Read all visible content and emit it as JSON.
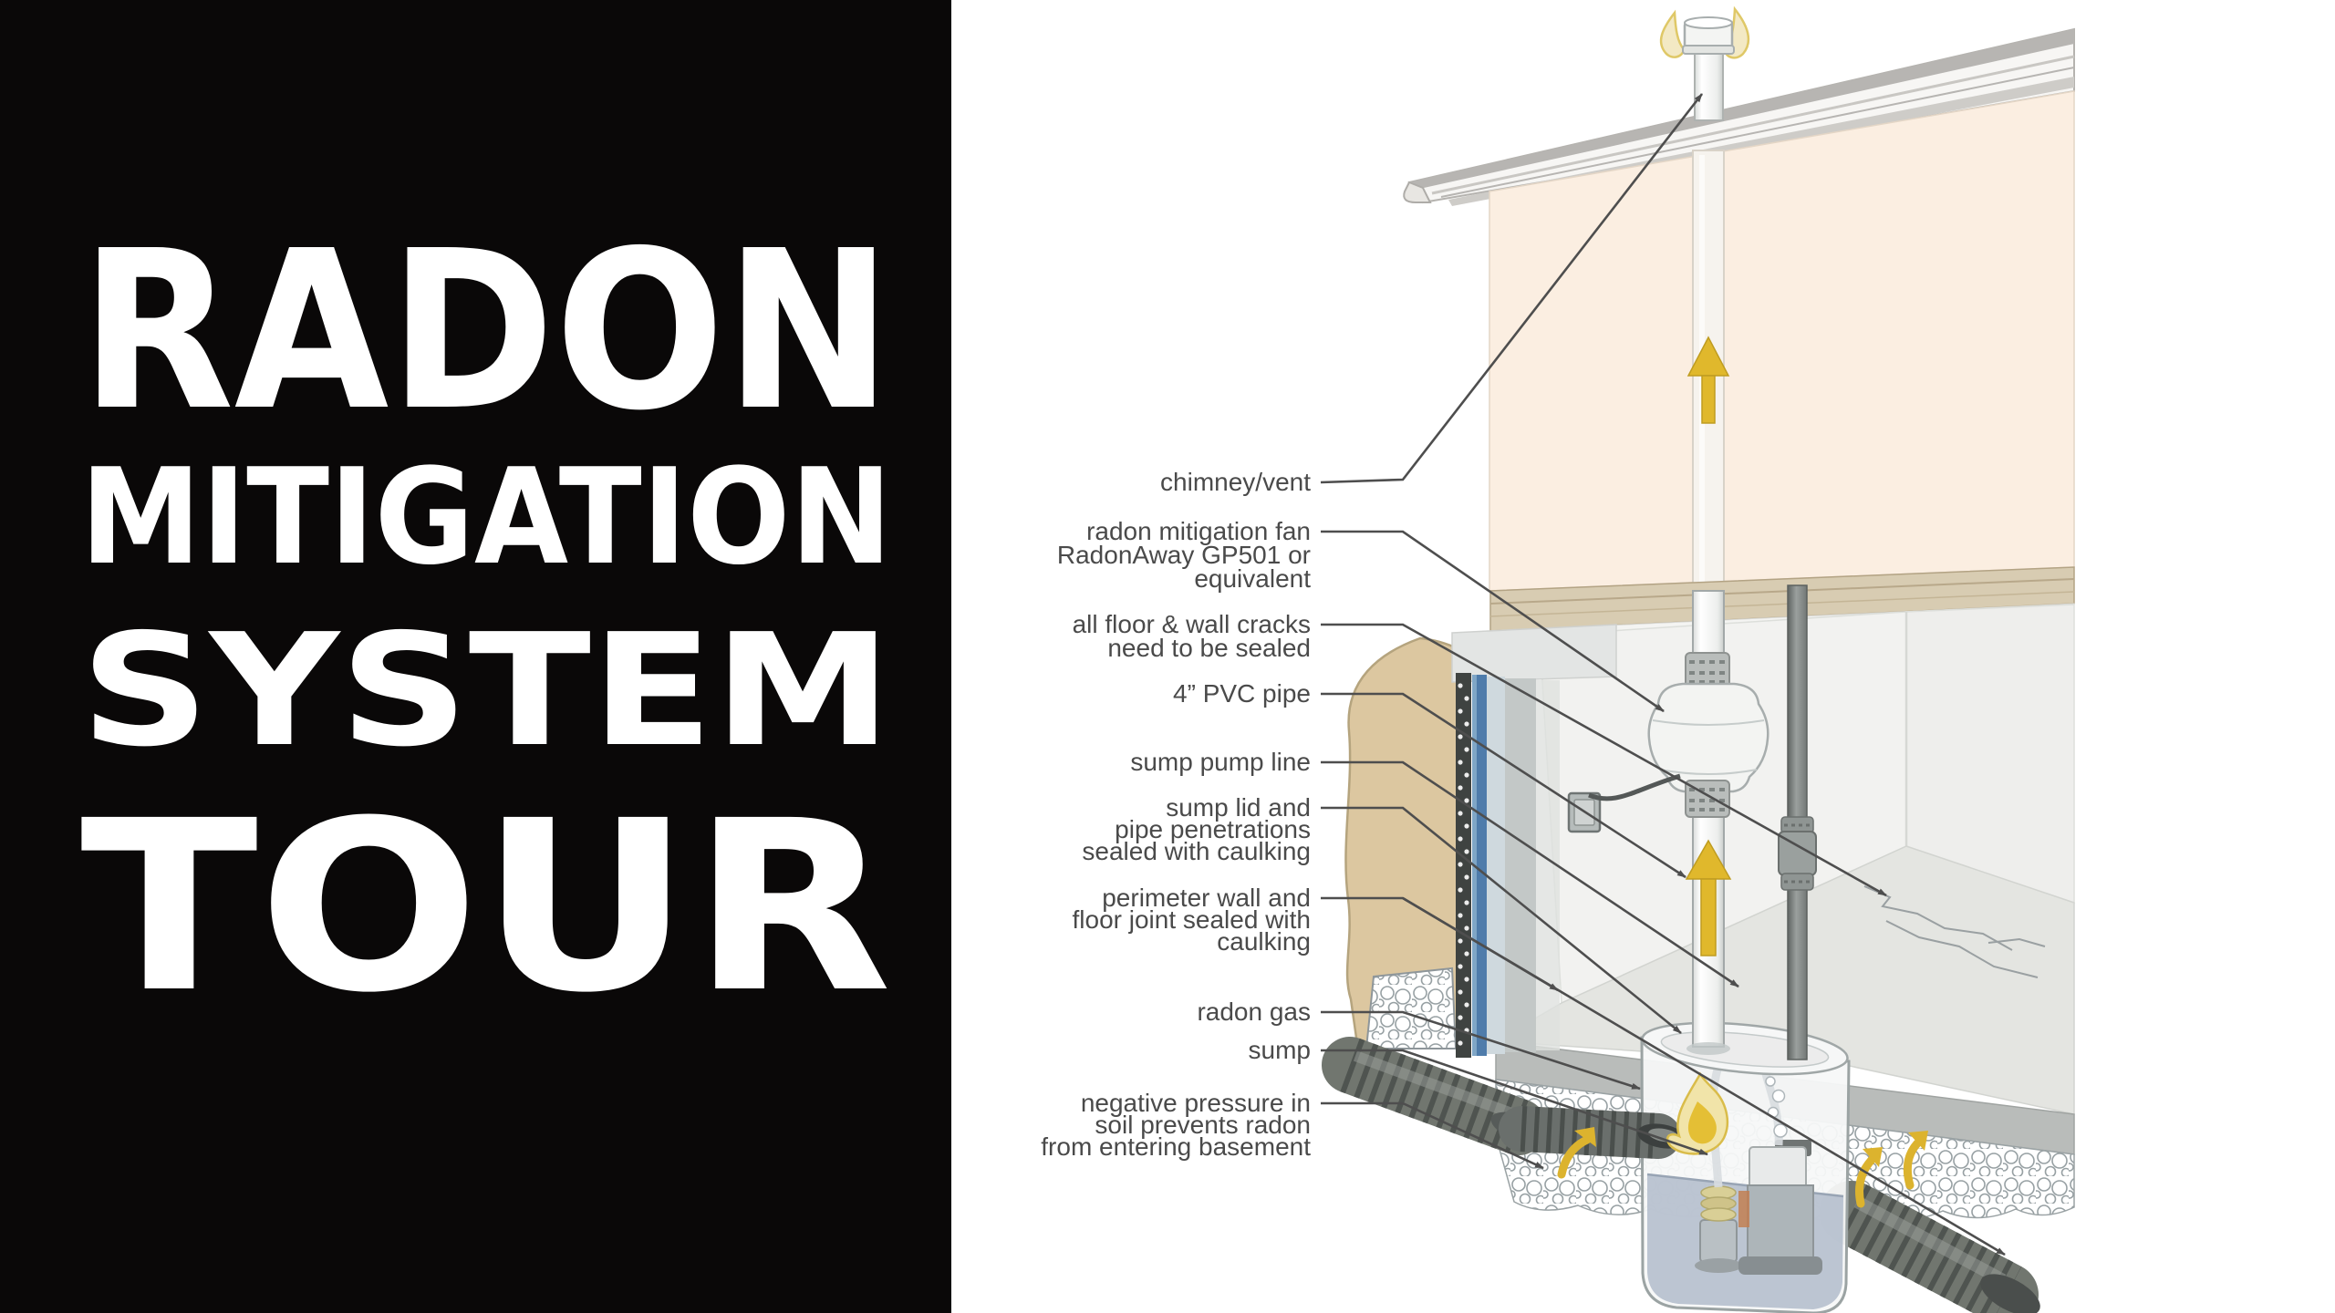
{
  "title_panel": {
    "background_color": "#0a0808",
    "text_color": "#ffffff",
    "lines": [
      "RADON",
      "MITIGATION",
      "SYSTEM",
      "TOUR"
    ]
  },
  "diagram": {
    "description": "Cutaway house illustration of a sub-slab / sump radon mitigation system",
    "labels": [
      {
        "id": "chimney-vent",
        "lines": [
          "chimney/vent"
        ]
      },
      {
        "id": "radon-mitigation-fan",
        "lines": [
          "radon mitigation fan",
          "RadonAway GP501 or",
          "equivalent"
        ]
      },
      {
        "id": "floor-wall-cracks",
        "lines": [
          "all floor & wall cracks",
          "need to be sealed"
        ]
      },
      {
        "id": "pvc-pipe",
        "lines": [
          "4” PVC pipe"
        ]
      },
      {
        "id": "sump-pump-line",
        "lines": [
          "sump pump line"
        ]
      },
      {
        "id": "sump-lid",
        "lines": [
          "sump lid and",
          "pipe penetrations",
          "sealed with caulking"
        ]
      },
      {
        "id": "perimeter-joint",
        "lines": [
          "perimeter wall and",
          "floor joint sealed with",
          "caulking"
        ]
      },
      {
        "id": "radon-gas",
        "lines": [
          "radon gas"
        ]
      },
      {
        "id": "sump",
        "lines": [
          "sump"
        ]
      },
      {
        "id": "negative-pressure",
        "lines": [
          "negative pressure in",
          "soil prevents radon",
          "from entering basement"
        ]
      }
    ],
    "colors": {
      "label_text": "#4a4a4a",
      "leader_line": "#4e4e4e",
      "exterior_wall_peach": "#fbeee1",
      "roof_stripe_gray": "#b7b5b2",
      "rim_joist_wood": "#d8ccb2",
      "basement_wall": "#f2f2f0",
      "basement_floor": "#e4e5e1",
      "slab_edge": "#b9bcba",
      "soil_tan": "#dcc7a0",
      "membrane_blue": "#4f7cab",
      "dimple_membrane_dark": "#3f4341",
      "pvc_white": "#f6f7f5",
      "drain_pipe_gray": "#6e736f",
      "arrow_gold": "#e0b82c",
      "flame_pale": "#f1e4a9",
      "water_blue_gray": "#b5bfcd"
    }
  }
}
